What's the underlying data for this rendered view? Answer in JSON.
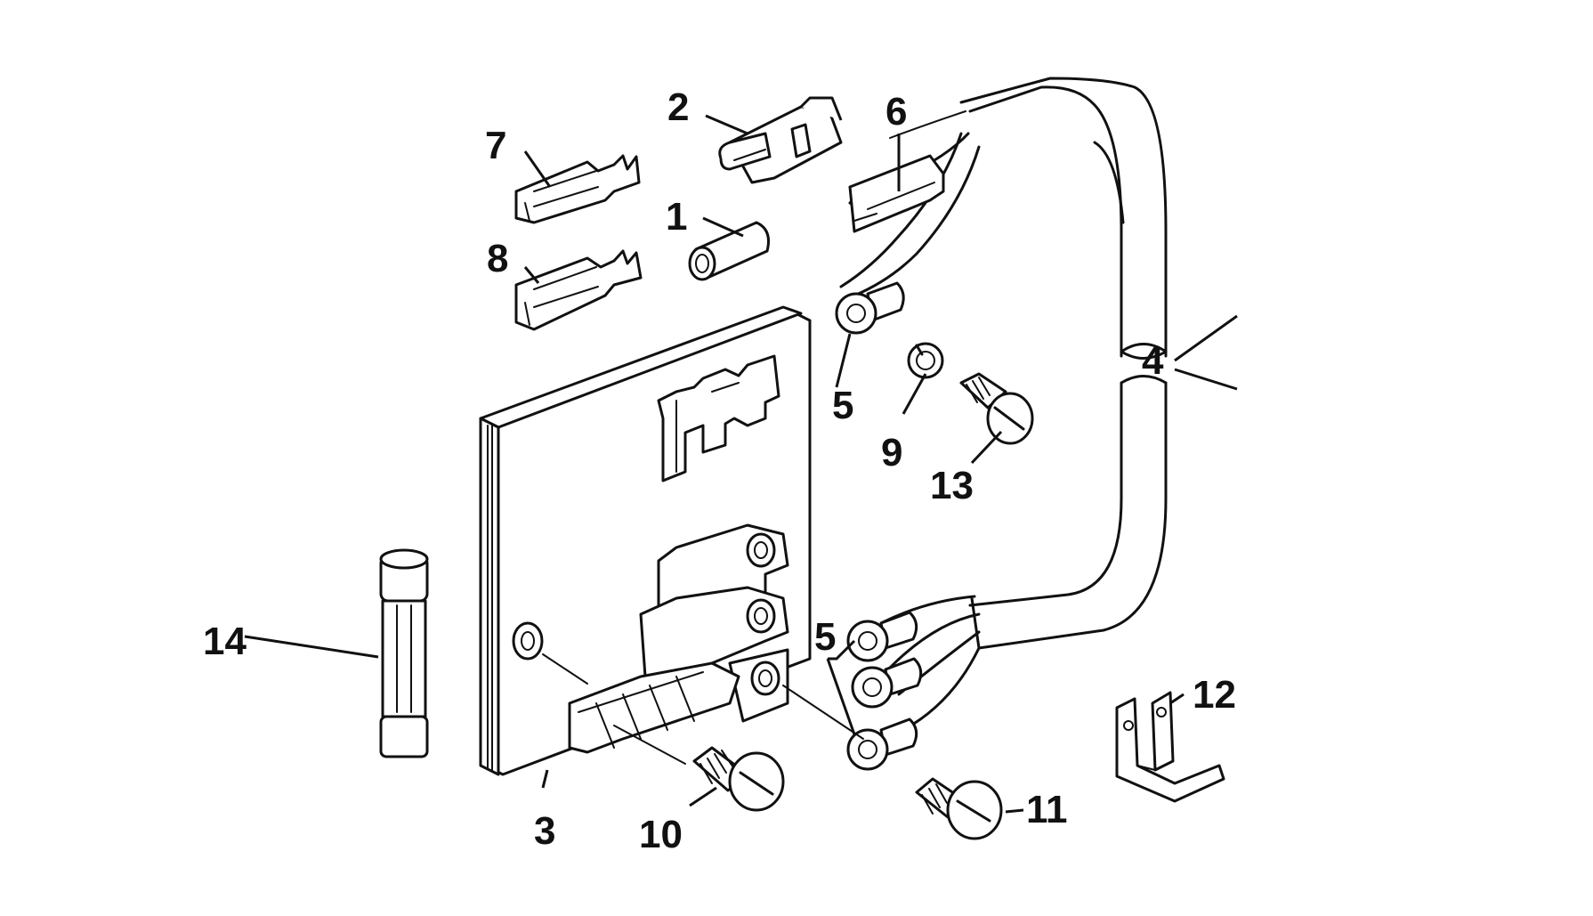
{
  "parts": [
    {
      "id": "part-1",
      "number": "1"
    },
    {
      "id": "part-2",
      "number": "2"
    },
    {
      "id": "part-3",
      "number": "3"
    },
    {
      "id": "part-4",
      "number": "4"
    },
    {
      "id": "part-5a",
      "number": "5"
    },
    {
      "id": "part-5b",
      "number": "5"
    },
    {
      "id": "part-6",
      "number": "6"
    },
    {
      "id": "part-7",
      "number": "7"
    },
    {
      "id": "part-8",
      "number": "8"
    },
    {
      "id": "part-9",
      "number": "9"
    },
    {
      "id": "part-10",
      "number": "10"
    },
    {
      "id": "part-11",
      "number": "11"
    },
    {
      "id": "part-12",
      "number": "12"
    },
    {
      "id": "part-13",
      "number": "13"
    },
    {
      "id": "part-14",
      "number": "14"
    }
  ]
}
